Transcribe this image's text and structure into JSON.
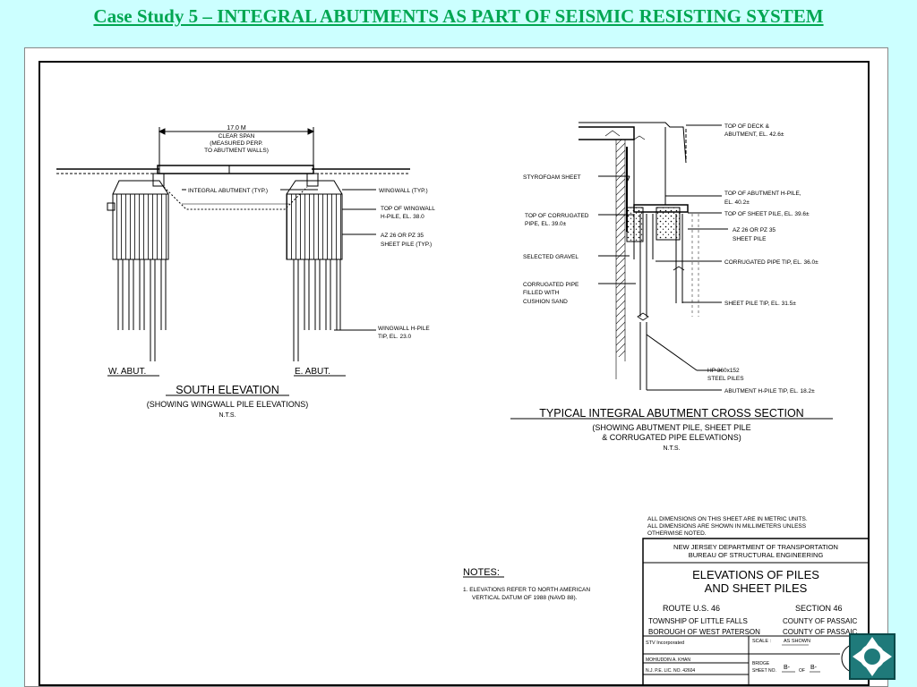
{
  "title": "Case Study 5 – INTEGRAL ABUTMENTS AS PART OF SEISMIC RESISTING SYSTEM",
  "south": {
    "span_1": "17.0 M",
    "span_2": "CLEAR SPAN",
    "span_3": "(MEASURED PERP.",
    "span_4": "TO ABUTMENT WALLS)",
    "integral_abutment": "INTEGRAL ABUTMENT (TYP.)",
    "wingwall": "WINGWALL (TYP.)",
    "top_wingwall_1": "TOP OF WINGWALL",
    "top_wingwall_2": "H-PILE, EL. 38.0",
    "sheet_pile_1": "AZ 26 OR PZ 35",
    "sheet_pile_2": "SHEET PILE (TYP.)",
    "hpile_tip_1": "WINGWALL H-PILE",
    "hpile_tip_2": "TIP, EL. 23.0",
    "w_abut": "W. ABUT.",
    "e_abut": "E. ABUT.",
    "heading": "SOUTH ELEVATION",
    "sub": "(SHOWING WINGWALL PILE ELEVATIONS)",
    "nts": "N.T.S."
  },
  "section": {
    "top_deck_1": "TOP OF DECK &",
    "top_deck_2": "ABUTMENT, EL. 42.6±",
    "styrofoam": "STYROFOAM SHEET",
    "top_hpile_1": "TOP OF ABUTMENT H-PILE,",
    "top_hpile_2": "EL. 40.2±",
    "top_sheet": "TOP OF SHEET PILE, EL. 39.6±",
    "top_corr_1": "TOP OF CORRUGATED",
    "top_corr_2": "PIPE, EL. 39.0±",
    "az_1": "AZ 26 OR PZ 35",
    "az_2": "SHEET PILE",
    "gravel": "SELECTED GRAVEL",
    "corr_tip": "CORRUGATED PIPE TIP, EL. 36.0±",
    "corr_fill_1": "CORRUGATED PIPE",
    "corr_fill_2": "FILLED WITH",
    "corr_fill_3": "CUSHION SAND",
    "sheet_tip": "SHEET PILE TIP, EL. 31.5±",
    "hp_1": "HP 360x152",
    "hp_2": "STEEL PILES",
    "hpile_tip": "ABUTMENT H-PILE TIP, EL. 18.2±",
    "heading": "TYPICAL INTEGRAL ABUTMENT CROSS SECTION",
    "sub_1": "(SHOWING ABUTMENT PILE, SHEET PILE",
    "sub_2": "& CORRUGATED PIPE ELEVATIONS)",
    "nts": "N.T.S."
  },
  "dims_note": [
    "ALL DIMENSIONS ON THIS SHEET ARE IN METRIC UNITS.",
    "ALL DIMENSIONS ARE SHOWN IN MILLIMETERS UNLESS",
    "OTHERWISE NOTED."
  ],
  "notes": {
    "heading": "NOTES:",
    "line_1": "1. ELEVATIONS REFER TO NORTH AMERICAN",
    "line_2": "VERTICAL DATUM OF 1988 (NAVD 88)."
  },
  "title_block": {
    "dept_1": "NEW JERSEY DEPARTMENT OF TRANSPORTATION",
    "dept_2": "BUREAU OF STRUCTURAL ENGINEERING",
    "name_1": "ELEVATIONS OF PILES",
    "name_2": "AND SHEET PILES",
    "route": "ROUTE U.S. 46",
    "section": "SECTION 46",
    "township": "TOWNSHIP OF LITTLE FALLS",
    "county_1": "COUNTY OF PASSAIC",
    "borough": "BOROUGH OF WEST PATERSON",
    "county_2": "COUNTY OF PASSAIC",
    "firm": "STV Incorporated",
    "scale_label": "SCALE :",
    "scale_value": "AS SHOWN",
    "engineer": "MOHIUDDIN A. KHAN",
    "license": "N.J. P.E. LIC. NO. 42604",
    "bridge_label": "BRIDGE",
    "sheet_label": "SHEET NO.",
    "sheet_b1": "B-",
    "of_label": "OF",
    "sheet_b2": "B-"
  }
}
